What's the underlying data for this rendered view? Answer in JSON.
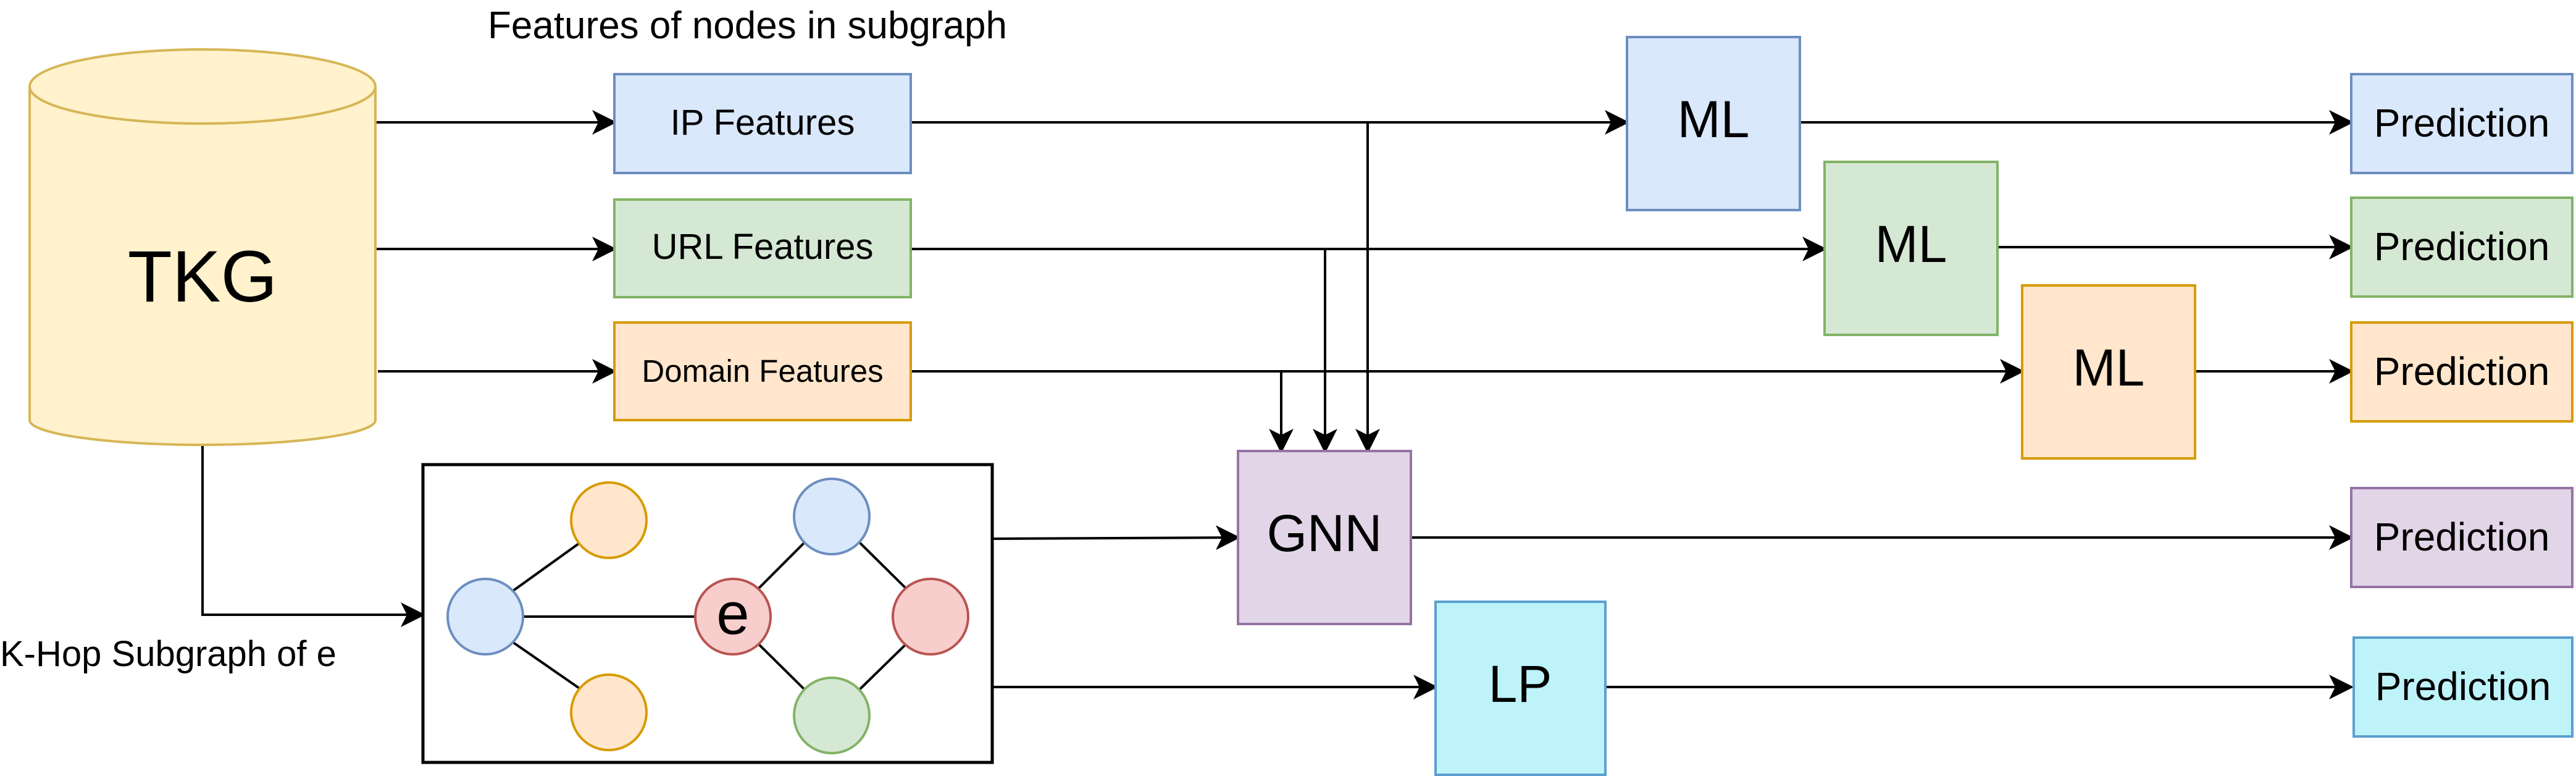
{
  "diagram": {
    "subgraph_caption": "Features of nodes in subgraph",
    "khop_label": "K-Hop Subgraph of e",
    "source": {
      "label": "TKG",
      "fill": "#fff2cc",
      "stroke": "#d6b656"
    },
    "features": [
      {
        "id": "ip",
        "label": "IP Features",
        "fill": "#dae8fc",
        "stroke": "#6c8ebf"
      },
      {
        "id": "url",
        "label": "URL Features",
        "fill": "#d5e8d4",
        "stroke": "#82b366"
      },
      {
        "id": "domain",
        "label": "Domain Features",
        "fill": "#ffe6cc",
        "stroke": "#d79b00"
      }
    ],
    "models": [
      {
        "id": "ml1",
        "label": "ML",
        "fill": "#dae8fc",
        "stroke": "#6c8ebf"
      },
      {
        "id": "ml2",
        "label": "ML",
        "fill": "#d5e8d4",
        "stroke": "#82b366"
      },
      {
        "id": "ml3",
        "label": "ML",
        "fill": "#ffe6cc",
        "stroke": "#d79b00"
      },
      {
        "id": "gnn",
        "label": "GNN",
        "fill": "#e1d5e7",
        "stroke": "#9673a6"
      },
      {
        "id": "lp",
        "label": "LP",
        "fill": "#bef3fa",
        "stroke": "#5b9fcf"
      }
    ],
    "predictions": [
      {
        "label": "Prediction",
        "fill": "#dae8fc",
        "stroke": "#6c8ebf"
      },
      {
        "label": "Prediction",
        "fill": "#d5e8d4",
        "stroke": "#82b366"
      },
      {
        "label": "Prediction",
        "fill": "#ffe6cc",
        "stroke": "#d79b00"
      },
      {
        "label": "Prediction",
        "fill": "#e1d5e7",
        "stroke": "#9673a6"
      },
      {
        "label": "Prediction",
        "fill": "#bef3fa",
        "stroke": "#5b9fcf"
      }
    ],
    "subgraph_nodes": [
      {
        "id": "blue_left",
        "fill": "#dae8fc",
        "stroke": "#6c8ebf",
        "label": ""
      },
      {
        "id": "orange_top",
        "fill": "#ffe6cc",
        "stroke": "#d79b00",
        "label": ""
      },
      {
        "id": "orange_bottom",
        "fill": "#ffe6cc",
        "stroke": "#d79b00",
        "label": ""
      },
      {
        "id": "center_e",
        "fill": "#f8cecc",
        "stroke": "#b85450",
        "label": "e"
      },
      {
        "id": "blue_top",
        "fill": "#dae8fc",
        "stroke": "#6c8ebf",
        "label": ""
      },
      {
        "id": "red_right",
        "fill": "#f8cecc",
        "stroke": "#b85450",
        "label": ""
      },
      {
        "id": "green_bottom",
        "fill": "#d5e8d4",
        "stroke": "#82b366",
        "label": ""
      }
    ]
  }
}
